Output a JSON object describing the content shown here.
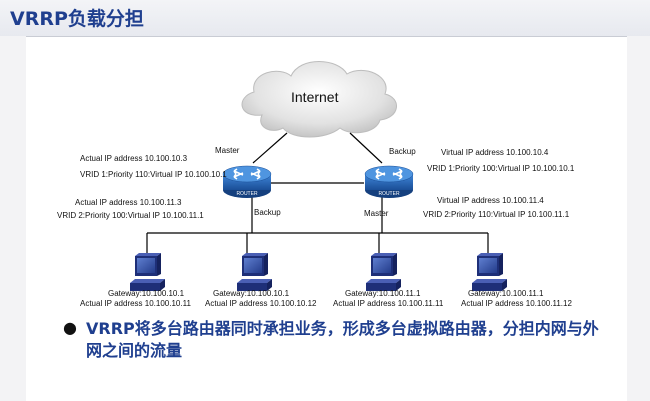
{
  "slide": {
    "title": "VRRP负载分担",
    "bullet_symbol": "●",
    "bullet_text": "VRRP将多台路由器同时承担业务，形成多台虚拟路由器，分担内网与外网之间的流量"
  },
  "diagram": {
    "internet": "Internet",
    "left_router": {
      "role_top": "Master",
      "role_bottom": "Backup",
      "device_text": "ROUTER",
      "actual_ip_1": "Actual IP address 10.100.10.3",
      "vrid_1": "VRID 1:Priority 110:Virtual IP  10.100.10.1",
      "actual_ip_2": "Actual IP address 10.100.11.3",
      "vrid_2": "VRID 2:Priority 100:Virtual IP  10.100.11.1"
    },
    "right_router": {
      "role_top": "Backup",
      "role_bottom": "Master",
      "device_text": "ROUTER",
      "virtual_ip_1": "Virtual IP address 10.100.10.4",
      "vrid_1": "VRID 1:Priority 100:Virtual IP   10.100.10.1",
      "virtual_ip_2": "Virtual IP address 10.100.11.4",
      "vrid_2": "VRID 2:Priority 110:Virtual IP   10.100.11.1"
    },
    "hosts": [
      {
        "gateway": "Gateway:10.100.10.1",
        "actual_ip": "Actual IP address 10.100.10.11"
      },
      {
        "gateway": "Gateway:10.100.10.1",
        "actual_ip": "Actual IP address 10.100.10.12"
      },
      {
        "gateway": "Gateway:10.100.11.1",
        "actual_ip": "Actual IP address 10.100.11.11"
      },
      {
        "gateway": "Gateway:10.100.11.1",
        "actual_ip": "Actual IP address 10.100.11.12"
      }
    ]
  },
  "colors": {
    "title": "#1f3f8f",
    "router_blue": "#1c5aa6",
    "host_blue": "#2c3f96",
    "cloud": "#d9d9d9"
  }
}
